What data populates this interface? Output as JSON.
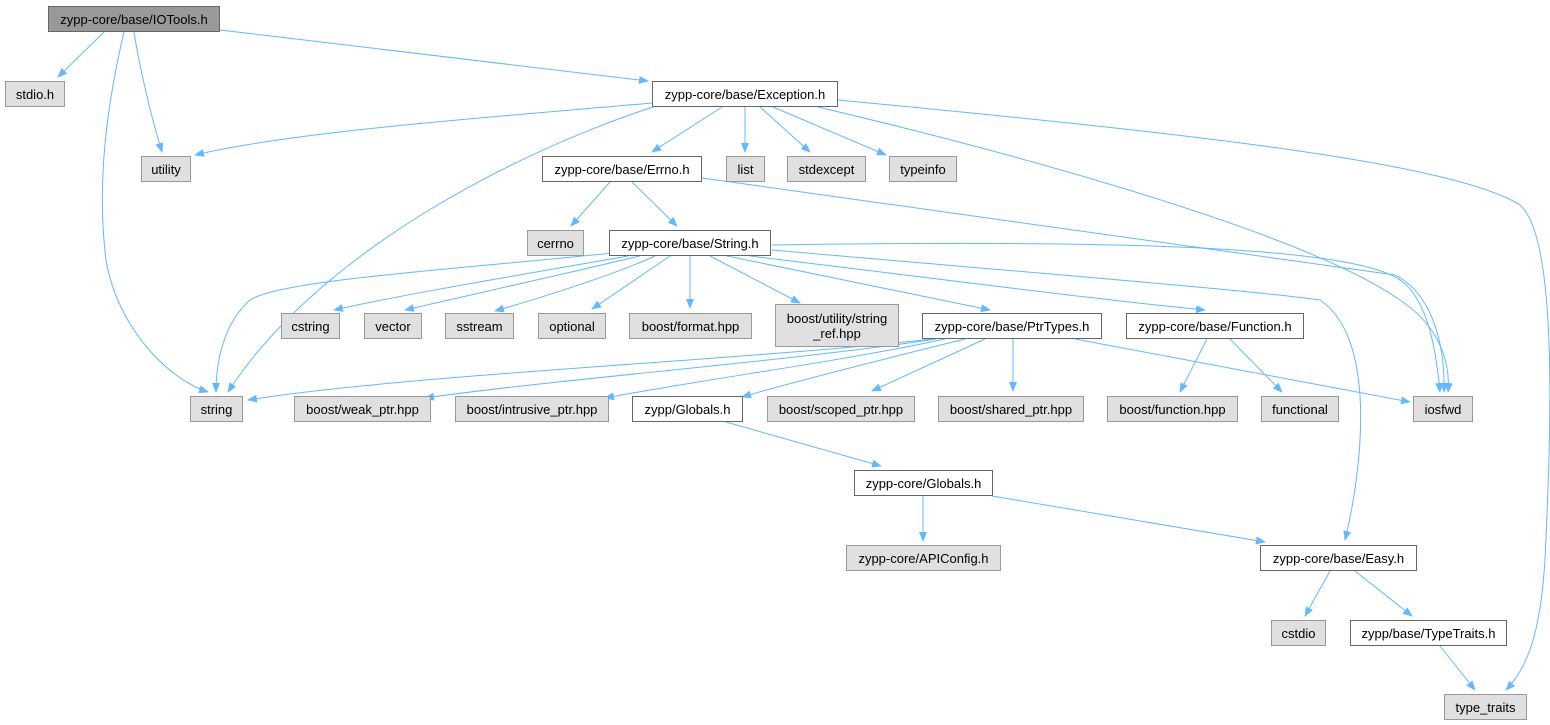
{
  "colors": {
    "edge": "#63b8ff",
    "root_fill": "#999999",
    "doc_fill": "#ffffff",
    "ext_fill": "#e0e0e0",
    "border": "#666666"
  },
  "nodes": {
    "iotools": "zypp-core/base/IOTools.h",
    "stdio_h": "stdio.h",
    "exception": "zypp-core/base/Exception.h",
    "utility": "utility",
    "errno": "zypp-core/base/Errno.h",
    "list": "list",
    "stdexcept": "stdexcept",
    "typeinfo": "typeinfo",
    "cerrno": "cerrno",
    "string_h": "zypp-core/base/String.h",
    "cstring": "cstring",
    "vector": "vector",
    "sstream": "sstream",
    "optional": "optional",
    "boost_format": "boost/format.hpp",
    "boost_string_ref": "boost/utility/string\n_ref.hpp",
    "ptrtypes": "zypp-core/base/PtrTypes.h",
    "function_h": "zypp-core/base/Function.h",
    "string": "string",
    "weak_ptr": "boost/weak_ptr.hpp",
    "intrusive_ptr": "boost/intrusive_ptr.hpp",
    "zypp_globals": "zypp/Globals.h",
    "scoped_ptr": "boost/scoped_ptr.hpp",
    "shared_ptr": "boost/shared_ptr.hpp",
    "boost_function": "boost/function.hpp",
    "functional": "functional",
    "iosfwd": "iosfwd",
    "core_globals": "zypp-core/Globals.h",
    "apiconfig": "zypp-core/APIConfig.h",
    "easy": "zypp-core/base/Easy.h",
    "cstdio": "cstdio",
    "typetraits": "zypp/base/TypeTraits.h",
    "type_traits": "type_traits"
  }
}
